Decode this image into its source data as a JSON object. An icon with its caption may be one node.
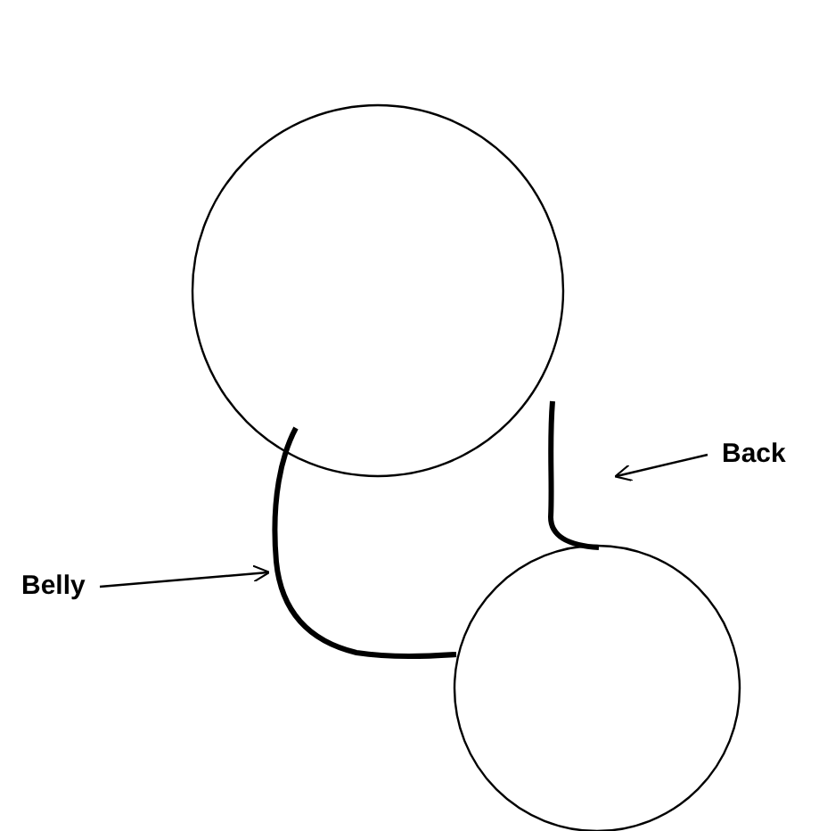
{
  "diagram": {
    "nodes": [
      {
        "text": [
          "Belly"
        ]
      },
      {
        "text": [],
        "shape": "line"
      },
      {
        "text": [
          "Back"
        ]
      },
      {
        "text": [],
        "shape": "line"
      }
    ],
    "edges": [
      {
        "from": 2,
        "to": 3,
        "arrow": "to"
      },
      {
        "from": 0,
        "to": 1,
        "arrow": "to"
      }
    ]
  }
}
